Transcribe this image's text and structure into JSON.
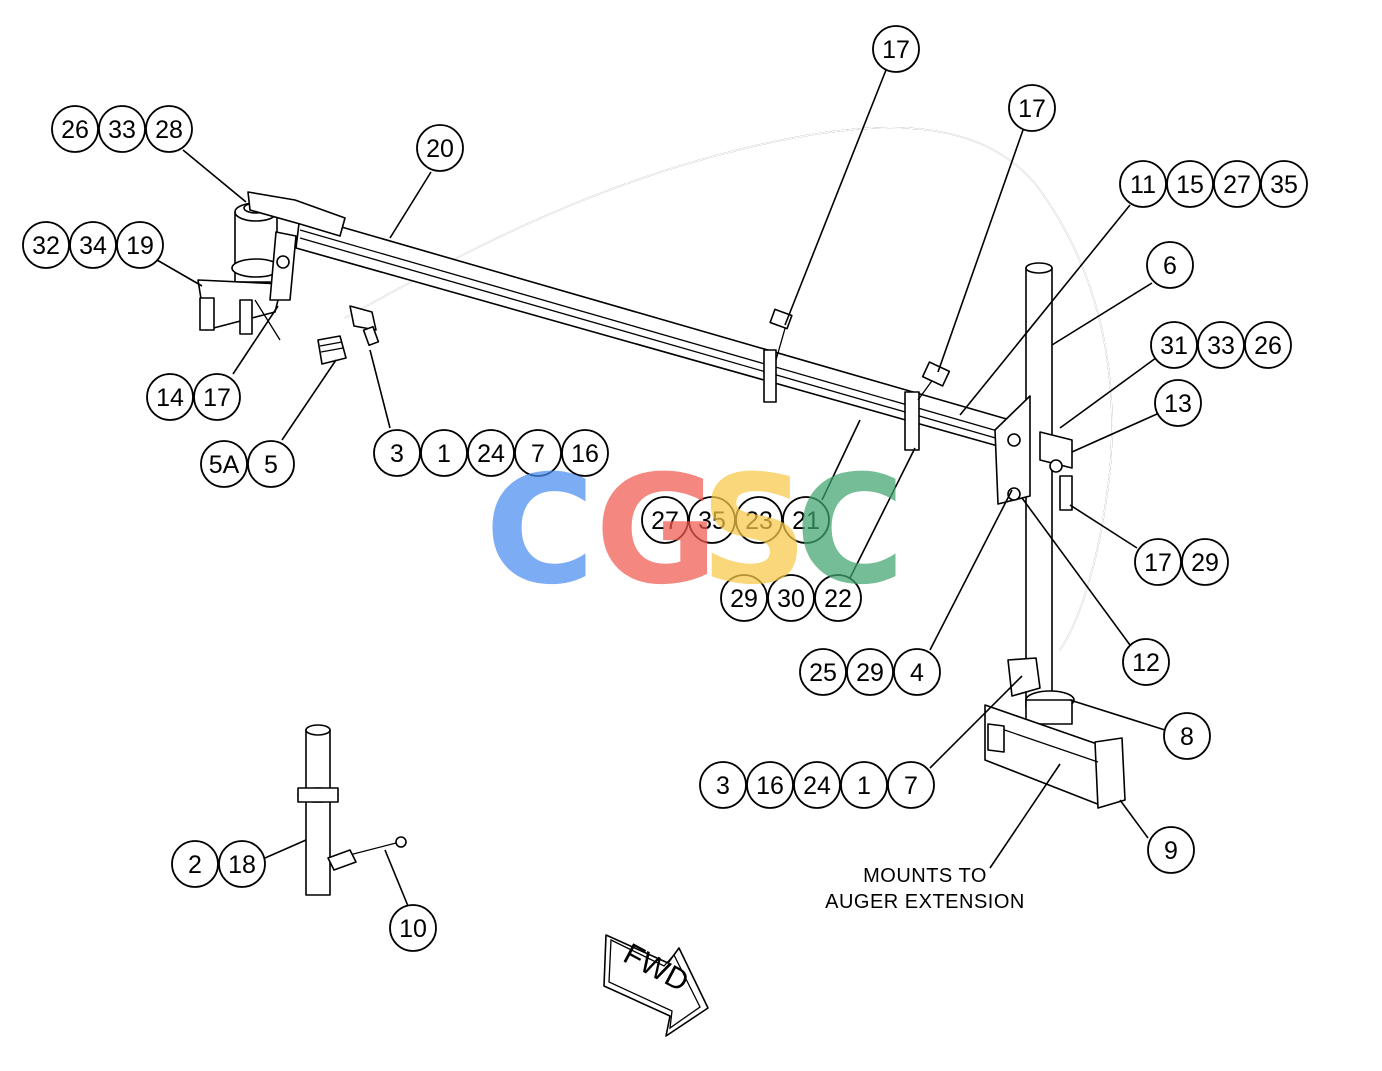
{
  "watermark": {
    "letters": [
      "C",
      "G",
      "S",
      "C"
    ],
    "colors": [
      "#4a8df0",
      "#f05a4e",
      "#f7c948",
      "#3fa46e"
    ]
  },
  "callouts": [
    {
      "id": "26",
      "label": "26"
    },
    {
      "id": "33a",
      "label": "33"
    },
    {
      "id": "28",
      "label": "28"
    },
    {
      "id": "32",
      "label": "32"
    },
    {
      "id": "34",
      "label": "34"
    },
    {
      "id": "19",
      "label": "19"
    },
    {
      "id": "20",
      "label": "20"
    },
    {
      "id": "14",
      "label": "14"
    },
    {
      "id": "17a",
      "label": "17"
    },
    {
      "id": "5A",
      "label": "5A"
    },
    {
      "id": "5",
      "label": "5"
    },
    {
      "id": "3a",
      "label": "3"
    },
    {
      "id": "1a",
      "label": "1"
    },
    {
      "id": "24a",
      "label": "24"
    },
    {
      "id": "7a",
      "label": "7"
    },
    {
      "id": "16a",
      "label": "16"
    },
    {
      "id": "17b",
      "label": "17"
    },
    {
      "id": "17c",
      "label": "17"
    },
    {
      "id": "11",
      "label": "11"
    },
    {
      "id": "15",
      "label": "15"
    },
    {
      "id": "27a",
      "label": "27"
    },
    {
      "id": "35a",
      "label": "35"
    },
    {
      "id": "6",
      "label": "6"
    },
    {
      "id": "31",
      "label": "31"
    },
    {
      "id": "33b",
      "label": "33"
    },
    {
      "id": "26b",
      "label": "26"
    },
    {
      "id": "13",
      "label": "13"
    },
    {
      "id": "27b",
      "label": "27"
    },
    {
      "id": "35b",
      "label": "35"
    },
    {
      "id": "23",
      "label": "23"
    },
    {
      "id": "21",
      "label": "21"
    },
    {
      "id": "29a",
      "label": "29"
    },
    {
      "id": "30",
      "label": "30"
    },
    {
      "id": "22",
      "label": "22"
    },
    {
      "id": "17d",
      "label": "17"
    },
    {
      "id": "29b",
      "label": "29"
    },
    {
      "id": "25",
      "label": "25"
    },
    {
      "id": "29c",
      "label": "29"
    },
    {
      "id": "4",
      "label": "4"
    },
    {
      "id": "12",
      "label": "12"
    },
    {
      "id": "8",
      "label": "8"
    },
    {
      "id": "3b",
      "label": "3"
    },
    {
      "id": "16b",
      "label": "16"
    },
    {
      "id": "24b",
      "label": "24"
    },
    {
      "id": "1b",
      "label": "1"
    },
    {
      "id": "7b",
      "label": "7"
    },
    {
      "id": "9",
      "label": "9"
    },
    {
      "id": "2",
      "label": "2"
    },
    {
      "id": "18",
      "label": "18"
    },
    {
      "id": "10",
      "label": "10"
    }
  ],
  "notes": {
    "mount_line1": "MOUNTS TO",
    "mount_line2": "AUGER EXTENSION",
    "fwd": "FWD"
  }
}
